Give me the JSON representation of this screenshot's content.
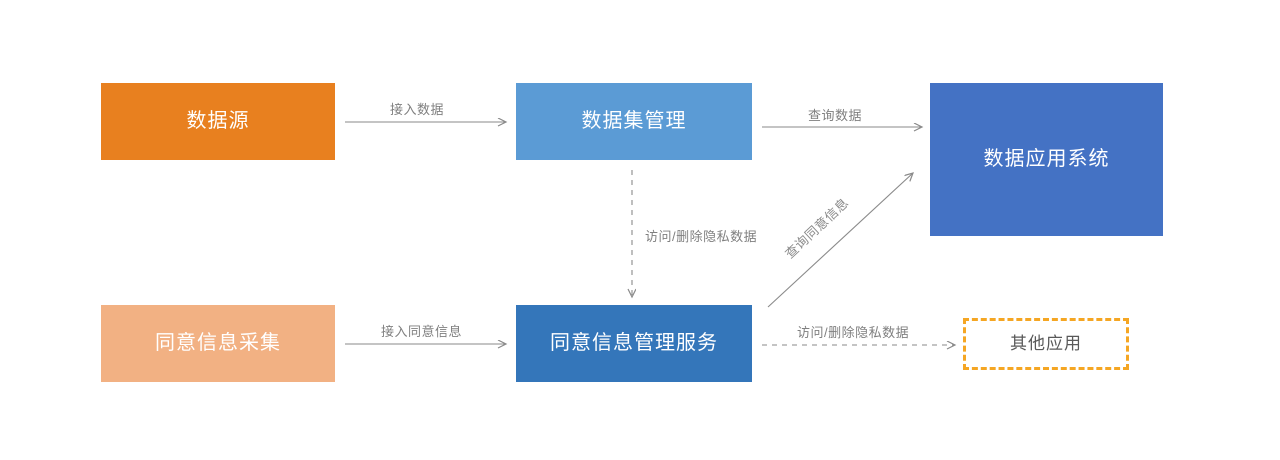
{
  "diagram": {
    "title_present": false,
    "background": "#ffffff",
    "nodes": [
      {
        "id": "datasource",
        "label": "数据源",
        "fill": "#e8801f",
        "text_color": "#ffffff"
      },
      {
        "id": "dataset",
        "label": "数据集管理",
        "fill": "#5b9bd5",
        "text_color": "#ffffff"
      },
      {
        "id": "dataapp",
        "label": "数据应用系统",
        "fill": "#4472c4",
        "text_color": "#ffffff"
      },
      {
        "id": "consentcollect",
        "label": "同意信息采集",
        "fill": "#f2b183",
        "text_color": "#ffffff"
      },
      {
        "id": "consentservice",
        "label": "同意信息管理服务",
        "fill": "#3476ba",
        "text_color": "#ffffff"
      },
      {
        "id": "otherapp",
        "label": "其他应用",
        "fill": "#ffffff",
        "text_color": "#595959",
        "border_color": "#f5a623",
        "border_style": "dashed"
      }
    ],
    "edges": [
      {
        "id": "e1",
        "from": "datasource",
        "to": "dataset",
        "label": "接入数据",
        "style": "solid",
        "color": "#8a8a8a"
      },
      {
        "id": "e2",
        "from": "dataset",
        "to": "dataapp",
        "label": "查询数据",
        "style": "solid",
        "color": "#8a8a8a"
      },
      {
        "id": "e3",
        "from": "dataset",
        "to": "consentservice",
        "label": "访问/删除隐私数据",
        "style": "dashed",
        "color": "#8a8a8a"
      },
      {
        "id": "e4",
        "from": "consentcollect",
        "to": "consentservice",
        "label": "接入同意信息",
        "style": "solid",
        "color": "#8a8a8a"
      },
      {
        "id": "e5",
        "from": "consentservice",
        "to": "dataapp",
        "label": "查询同意信息",
        "style": "solid",
        "color": "#8a8a8a"
      },
      {
        "id": "e6",
        "from": "consentservice",
        "to": "otherapp",
        "label": "访问/删除隐私数据",
        "style": "dashed",
        "color": "#8a8a8a"
      }
    ]
  }
}
